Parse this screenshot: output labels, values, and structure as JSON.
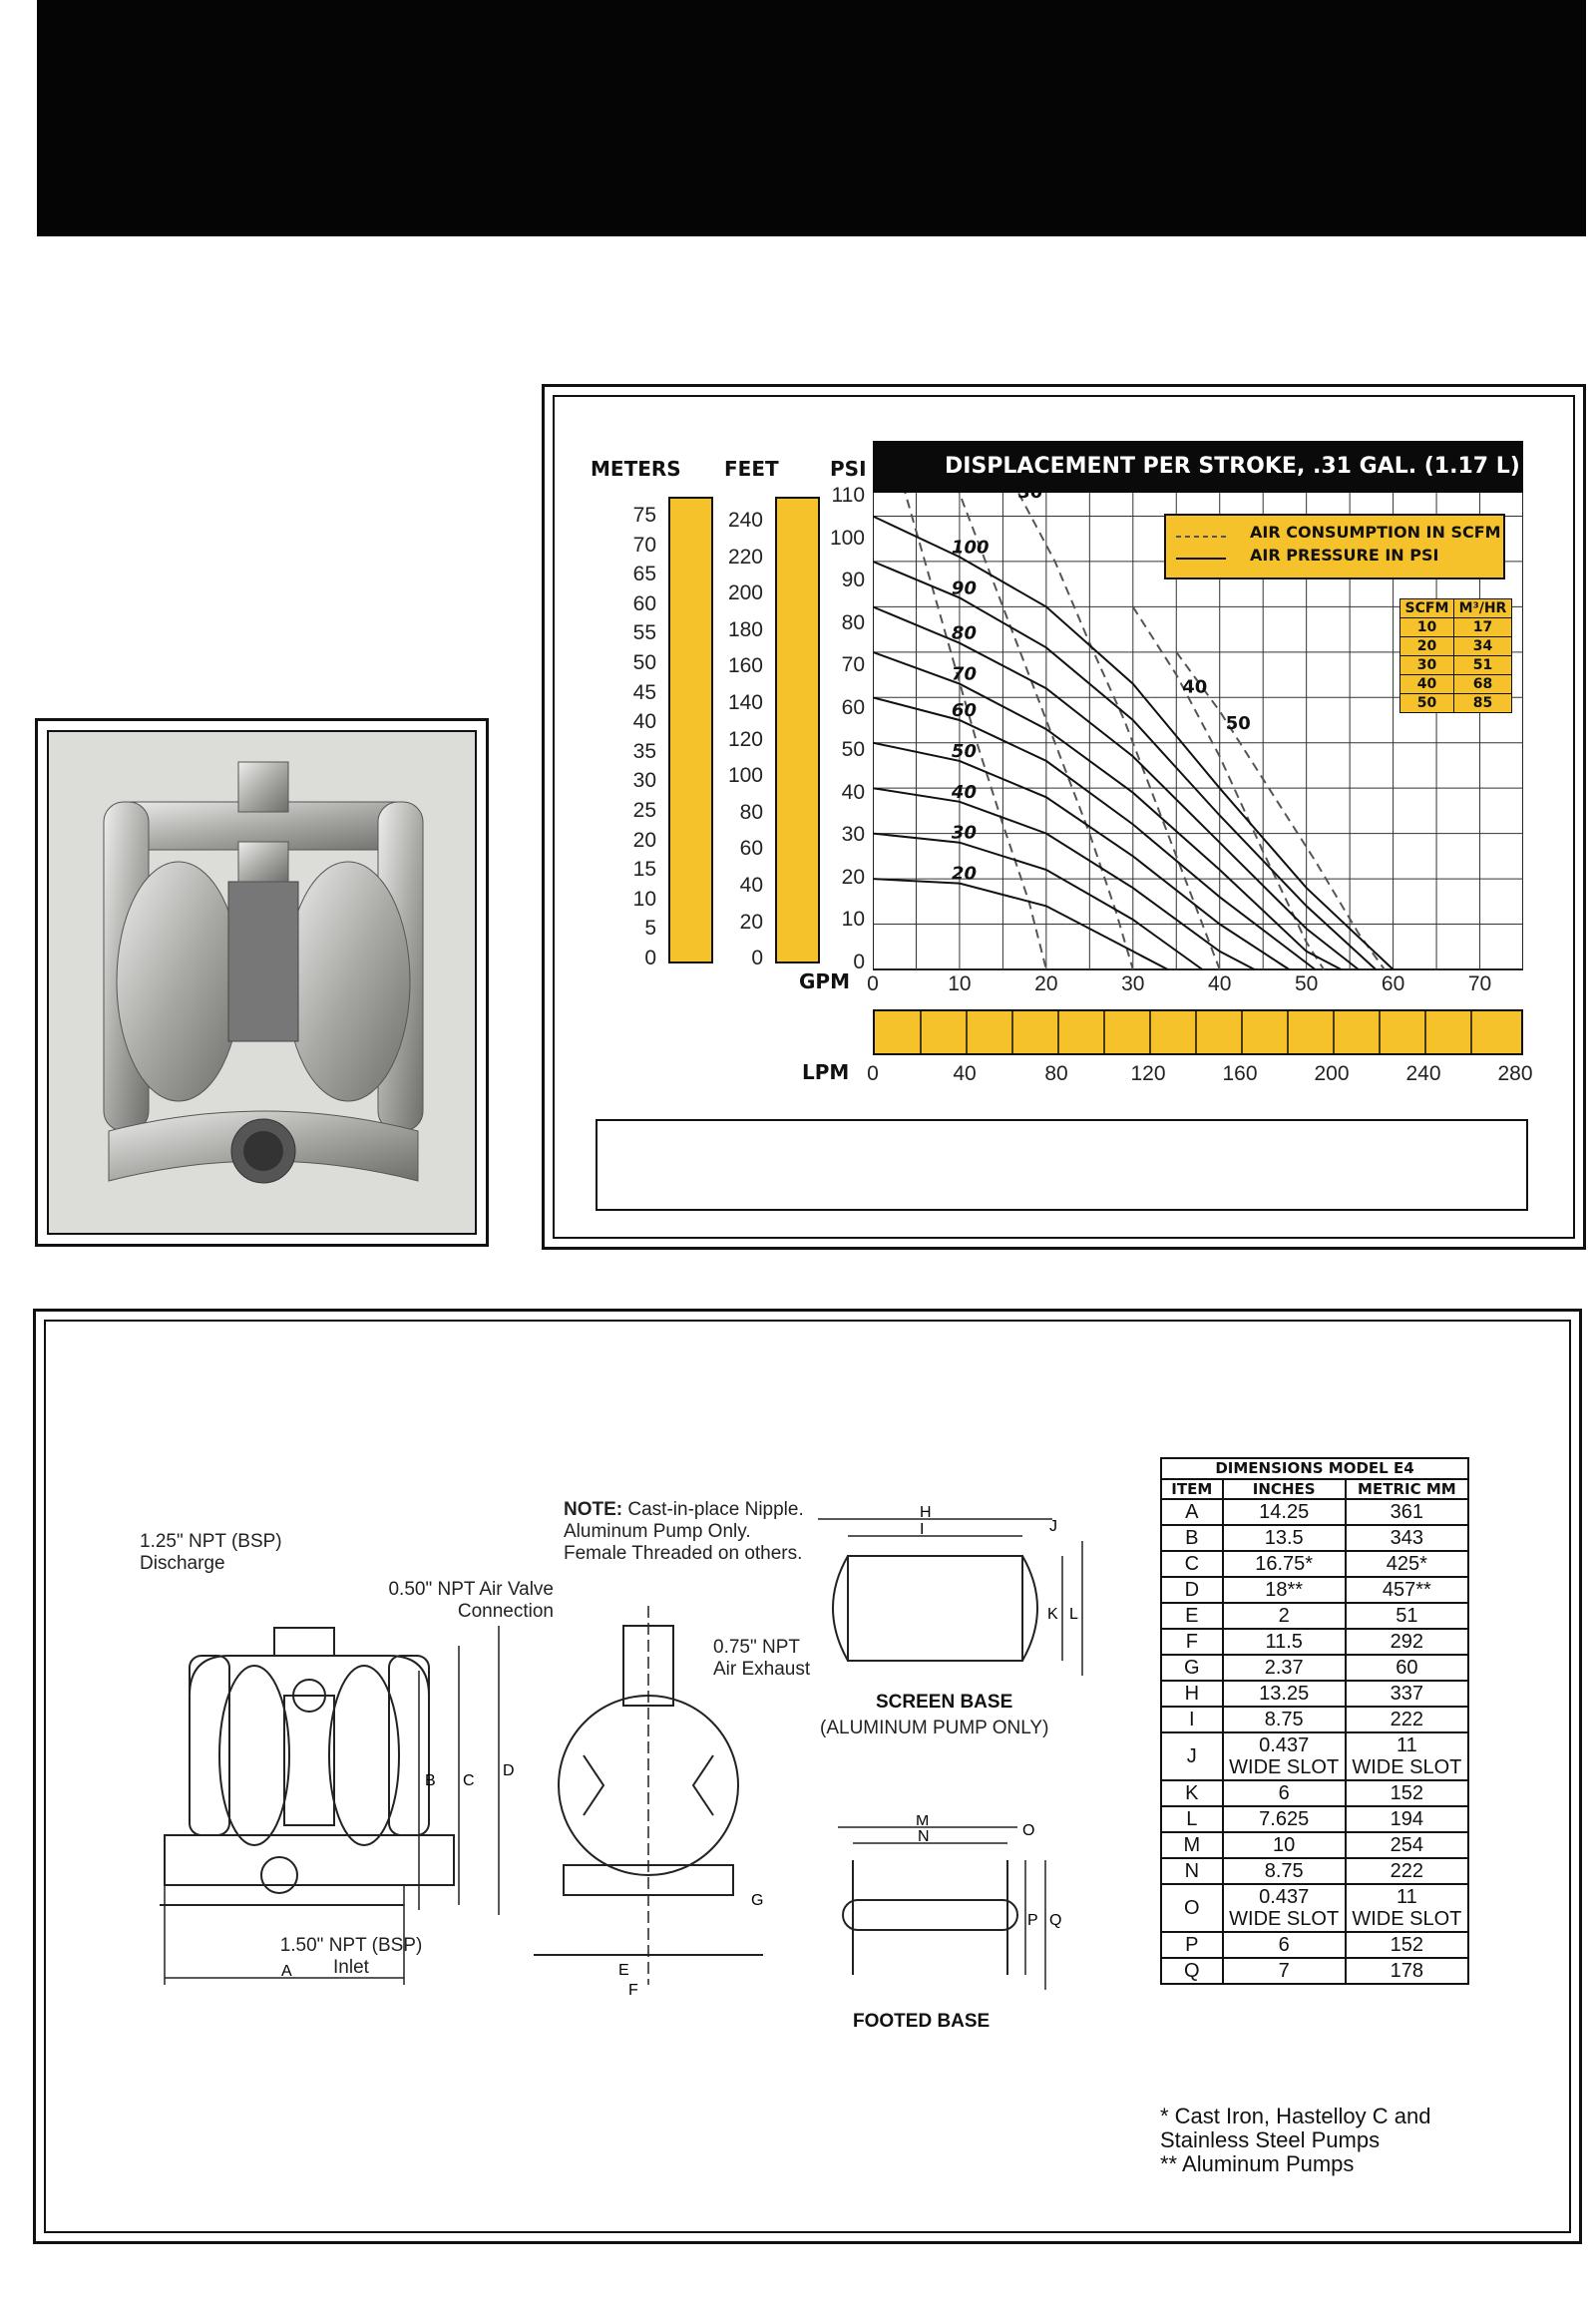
{
  "colors": {
    "accent_yellow": "#f6c22c",
    "band_black": "#050505"
  },
  "chart": {
    "title": "DISPLACEMENT PER STROKE, .31 GAL. (1.17 L)",
    "meters_label": "METERS",
    "feet_label": "FEET",
    "psi_label": "PSI",
    "gpm_label": "GPM",
    "lpm_label": "LPM",
    "meters_ticks": [
      "75",
      "70",
      "65",
      "60",
      "55",
      "50",
      "45",
      "40",
      "35",
      "30",
      "25",
      "20",
      "15",
      "10",
      "5",
      "0"
    ],
    "feet_ticks": [
      "240",
      "220",
      "200",
      "180",
      "160",
      "140",
      "120",
      "100",
      "80",
      "60",
      "40",
      "20",
      "0"
    ],
    "lpm_ticks": [
      "0",
      "40",
      "80",
      "120",
      "160",
      "200",
      "240",
      "280"
    ],
    "legend_air_consumption": "AIR CONSUMPTION IN SCFM",
    "legend_air_pressure": "AIR PRESSURE IN PSI",
    "scfm_table": {
      "headers": [
        "SCFM",
        "M³/HR"
      ],
      "rows": [
        [
          "10",
          "17"
        ],
        [
          "20",
          "34"
        ],
        [
          "30",
          "51"
        ],
        [
          "40",
          "68"
        ],
        [
          "50",
          "85"
        ]
      ]
    }
  },
  "chart_data": {
    "type": "line",
    "title": "DISPLACEMENT PER STROKE, .31 GAL. (1.17 L)",
    "xlabel": "GPM",
    "ylabel": "PSI",
    "xlim": [
      0,
      75
    ],
    "ylim": [
      0,
      110
    ],
    "x_ticks": [
      "0",
      "10",
      "20",
      "30",
      "40",
      "50",
      "60",
      "70"
    ],
    "y_ticks": [
      "110",
      "100",
      "90",
      "80",
      "70",
      "60",
      "50",
      "40",
      "30",
      "20",
      "10",
      "0"
    ],
    "grid": true,
    "legend": "top-right",
    "pressure_series": [
      {
        "name": "100",
        "label": "100",
        "points": [
          [
            0,
            100
          ],
          [
            10,
            91
          ],
          [
            20,
            80
          ],
          [
            30,
            63
          ],
          [
            40,
            40
          ],
          [
            50,
            18
          ],
          [
            60,
            0
          ]
        ]
      },
      {
        "name": "90",
        "label": "90",
        "points": [
          [
            0,
            90
          ],
          [
            10,
            82
          ],
          [
            20,
            71
          ],
          [
            30,
            55
          ],
          [
            40,
            34
          ],
          [
            50,
            14
          ],
          [
            58,
            0
          ]
        ]
      },
      {
        "name": "80",
        "label": "80",
        "points": [
          [
            0,
            80
          ],
          [
            10,
            72
          ],
          [
            20,
            62
          ],
          [
            30,
            47
          ],
          [
            40,
            28
          ],
          [
            50,
            9
          ],
          [
            56,
            0
          ]
        ]
      },
      {
        "name": "70",
        "label": "70",
        "points": [
          [
            0,
            70
          ],
          [
            10,
            63
          ],
          [
            20,
            53
          ],
          [
            30,
            39
          ],
          [
            40,
            22
          ],
          [
            50,
            4
          ],
          [
            54,
            0
          ]
        ]
      },
      {
        "name": "60",
        "label": "60",
        "points": [
          [
            0,
            60
          ],
          [
            10,
            55
          ],
          [
            20,
            46
          ],
          [
            30,
            32
          ],
          [
            40,
            16
          ],
          [
            51,
            0
          ]
        ]
      },
      {
        "name": "50",
        "label": "50",
        "points": [
          [
            0,
            50
          ],
          [
            10,
            46
          ],
          [
            20,
            38
          ],
          [
            30,
            25
          ],
          [
            40,
            10
          ],
          [
            48,
            0
          ]
        ]
      },
      {
        "name": "40",
        "label": "40",
        "points": [
          [
            0,
            40
          ],
          [
            10,
            37
          ],
          [
            20,
            30
          ],
          [
            30,
            18
          ],
          [
            40,
            4
          ],
          [
            44,
            0
          ]
        ]
      },
      {
        "name": "30",
        "label": "30",
        "points": [
          [
            0,
            30
          ],
          [
            10,
            28
          ],
          [
            20,
            22
          ],
          [
            30,
            11
          ],
          [
            38,
            0
          ]
        ]
      },
      {
        "name": "20",
        "label": "20",
        "points": [
          [
            0,
            20
          ],
          [
            10,
            19
          ],
          [
            20,
            14
          ],
          [
            30,
            4
          ],
          [
            34,
            0
          ]
        ]
      }
    ],
    "air_consumption_series": [
      {
        "name": "10",
        "label": "10",
        "points": [
          [
            3,
            110
          ],
          [
            6,
            90
          ],
          [
            9,
            70
          ],
          [
            12,
            50
          ],
          [
            15,
            32
          ],
          [
            18,
            15
          ],
          [
            20,
            0
          ]
        ]
      },
      {
        "name": "20",
        "label": "20",
        "points": [
          [
            9,
            110
          ],
          [
            13,
            90
          ],
          [
            17,
            70
          ],
          [
            21,
            50
          ],
          [
            25,
            30
          ],
          [
            28,
            13
          ],
          [
            30,
            0
          ]
        ]
      },
      {
        "name": "30",
        "label": "30",
        "points": [
          [
            16,
            108
          ],
          [
            21,
            90
          ],
          [
            25,
            72
          ],
          [
            29,
            55
          ],
          [
            33,
            35
          ],
          [
            37,
            15
          ],
          [
            40,
            0
          ]
        ]
      },
      {
        "name": "40",
        "label": "40",
        "points": [
          [
            30,
            80
          ],
          [
            35,
            65
          ],
          [
            40,
            47
          ],
          [
            45,
            26
          ],
          [
            50,
            6
          ],
          [
            52,
            0
          ]
        ]
      },
      {
        "name": "50",
        "label": "50",
        "points": [
          [
            35,
            70
          ],
          [
            40,
            57
          ],
          [
            45,
            42
          ],
          [
            51,
            24
          ],
          [
            56,
            8
          ],
          [
            59,
            0
          ]
        ]
      }
    ]
  },
  "dimensions": {
    "discharge_label": "1.25\" NPT (BSP)\nDischarge",
    "air_valve_label": "0.50\" NPT Air Valve\nConnection",
    "inlet_label": "1.50\" NPT (BSP)\nInlet",
    "note_bold": "NOTE:",
    "note_text": " Cast-in-place Nipple. Aluminum Pump Only. Female Threaded on others.",
    "air_exhaust_label": "0.75\" NPT\nAir Exhaust",
    "screen_base_title": "SCREEN BASE",
    "screen_base_sub": "(ALUMINUM PUMP ONLY)",
    "footed_base_title": "FOOTED BASE",
    "letters": {
      "A": "A",
      "B": "B",
      "C": "C",
      "D": "D",
      "E": "E",
      "F": "F",
      "G": "G",
      "H": "H",
      "I": "I",
      "J": "J",
      "K": "K",
      "L": "L",
      "M": "M",
      "N": "N",
      "O": "O",
      "P": "P",
      "Q": "Q"
    },
    "table": {
      "title": "DIMENSIONS MODEL E4",
      "headers": [
        "ITEM",
        "INCHES",
        "METRIC MM"
      ],
      "rows": [
        [
          "A",
          "14.25",
          "361"
        ],
        [
          "B",
          "13.5",
          "343"
        ],
        [
          "C",
          "16.75*",
          "425*"
        ],
        [
          "D",
          "18**",
          "457**"
        ],
        [
          "E",
          "2",
          "51"
        ],
        [
          "F",
          "11.5",
          "292"
        ],
        [
          "G",
          "2.37",
          "60"
        ],
        [
          "H",
          "13.25",
          "337"
        ],
        [
          "I",
          "8.75",
          "222"
        ],
        [
          "J",
          "0.437\nWIDE SLOT",
          "11\nWIDE SLOT"
        ],
        [
          "K",
          "6",
          "152"
        ],
        [
          "L",
          "7.625",
          "194"
        ],
        [
          "M",
          "10",
          "254"
        ],
        [
          "N",
          "8.75",
          "222"
        ],
        [
          "O",
          "0.437\nWIDE SLOT",
          "11\nWIDE SLOT"
        ],
        [
          "P",
          "6",
          "152"
        ],
        [
          "Q",
          "7",
          "178"
        ]
      ]
    },
    "footnote_1": "* Cast Iron, Hastelloy C and\n  Stainless Steel Pumps",
    "footnote_2": "** Aluminum Pumps"
  }
}
